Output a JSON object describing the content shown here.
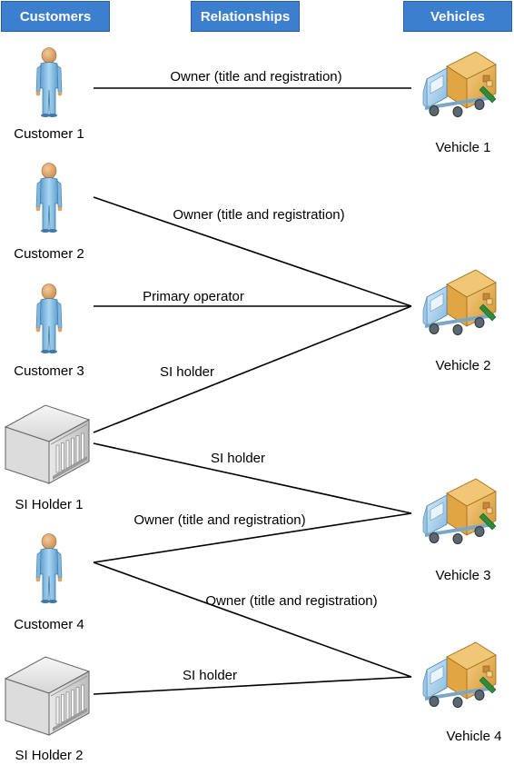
{
  "headers": {
    "customers": "Customers",
    "relationships": "Relationships",
    "vehicles": "Vehicles"
  },
  "colors": {
    "header_bg": "#3d7fcf",
    "person": "#8fc4e8",
    "person_dark": "#4f88b5",
    "skin": "#d9a36a",
    "truck_cab": "#a9d3f0",
    "truck_box": "#e0a646"
  },
  "nodes": [
    {
      "id": "c1",
      "kind": "person",
      "label": "Customer 1"
    },
    {
      "id": "c2",
      "kind": "person",
      "label": "Customer 2"
    },
    {
      "id": "c3",
      "kind": "person",
      "label": "Customer 3"
    },
    {
      "id": "s1",
      "kind": "building",
      "label": "SI Holder 1"
    },
    {
      "id": "c4",
      "kind": "person",
      "label": "Customer 4"
    },
    {
      "id": "s2",
      "kind": "building",
      "label": "SI Holder 2"
    },
    {
      "id": "v1",
      "kind": "truck",
      "label": "Vehicle 1"
    },
    {
      "id": "v2",
      "kind": "truck",
      "label": "Vehicle 2"
    },
    {
      "id": "v3",
      "kind": "truck",
      "label": "Vehicle 3"
    },
    {
      "id": "v4",
      "kind": "truck",
      "label": "Vehicle 4"
    }
  ],
  "edges": [
    {
      "from": "c1",
      "to": "v1",
      "label": "Owner (title and registration)"
    },
    {
      "from": "c2",
      "to": "v2",
      "label": "Owner (title and registration)"
    },
    {
      "from": "c3",
      "to": "v2",
      "label": "Primary operator"
    },
    {
      "from": "s1",
      "to": "v2",
      "label": "SI holder"
    },
    {
      "from": "s1",
      "to": "v3",
      "label": "SI holder"
    },
    {
      "from": "c4",
      "to": "v3",
      "label": "Owner (title and registration)"
    },
    {
      "from": "c4",
      "to": "v4",
      "label": "Owner (title and registration)"
    },
    {
      "from": "s2",
      "to": "v4",
      "label": "SI holder"
    }
  ]
}
